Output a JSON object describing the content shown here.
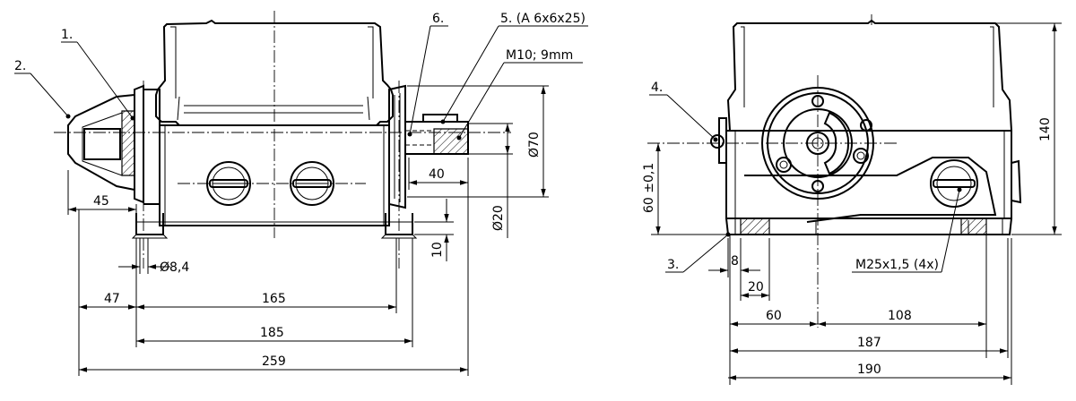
{
  "callouts": {
    "c1": "1.",
    "c2": "2.",
    "c3": "3.",
    "c4": "4.",
    "c5": "5. (A 6x6x25)",
    "c6": "6.",
    "thread": "M10; 9mm",
    "conduit": "M25x1,5 (4x)"
  },
  "dimensions": {
    "d45": "45",
    "d47": "47",
    "d165": "165",
    "d185": "185",
    "d259": "259",
    "d40": "40",
    "d10": "10",
    "dhole": "Ø8,4",
    "d70": "Ø70",
    "d20dia": "Ø20",
    "d8": "8",
    "d20": "20",
    "d60": "60",
    "d108": "108",
    "d187": "187",
    "d190": "190",
    "d140": "140",
    "d60tol": "60 ±0,1"
  }
}
